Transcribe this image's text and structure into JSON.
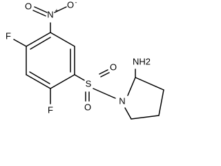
{
  "molecule": {
    "atoms": {
      "nitro_n": "N",
      "nitro_n_charge": "+",
      "nitro_o_left": "O",
      "nitro_o_right": "O",
      "nitro_o_right_charge": "-",
      "fluorine_top": "F",
      "fluorine_bottom": "F",
      "sulfur": "S",
      "sulfonyl_o_top": "O",
      "sulfonyl_o_bottom": "O",
      "ring_n": "N",
      "amine": "NH2"
    }
  }
}
